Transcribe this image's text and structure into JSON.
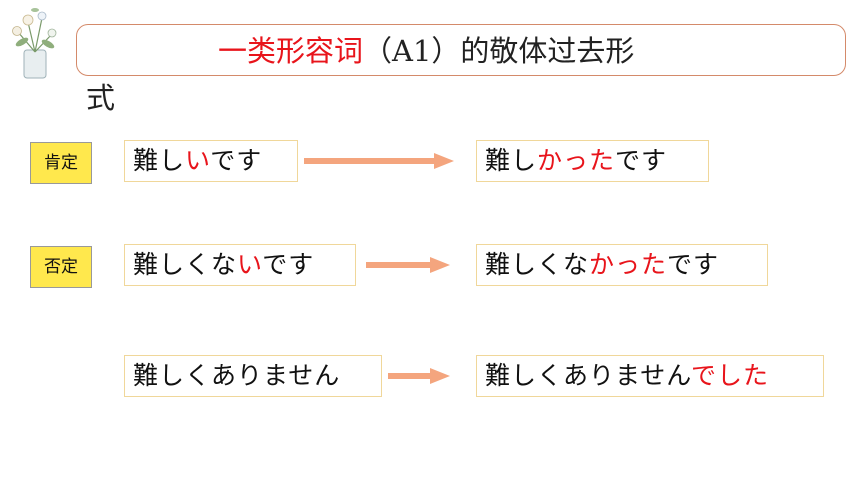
{
  "title": {
    "red_part": "一类形容词",
    "rest_part": "（A1）的敬体过去形",
    "wrap_part": "式"
  },
  "labels": {
    "affirmative": "肯定",
    "negative": "否定"
  },
  "rows": [
    {
      "from": {
        "pre": "難し",
        "red": "い",
        "post": "です"
      },
      "to": {
        "pre": "難し",
        "red": "かった",
        "post": "です"
      }
    },
    {
      "from": {
        "pre": "難しくな",
        "red": "い",
        "post": "です"
      },
      "to": {
        "pre": "難しくな",
        "red": "かった",
        "post": "です"
      }
    },
    {
      "from": {
        "pre": "難しくありません",
        "red": "",
        "post": ""
      },
      "to": {
        "pre": "難しくありません",
        "red": "でした",
        "post": ""
      }
    }
  ],
  "colors": {
    "highlight": "#e8141b",
    "label_bg": "#ffe84d",
    "arrow": "#f4a57e",
    "box_border": "#f0d79a",
    "title_border": "#d48a6a"
  }
}
